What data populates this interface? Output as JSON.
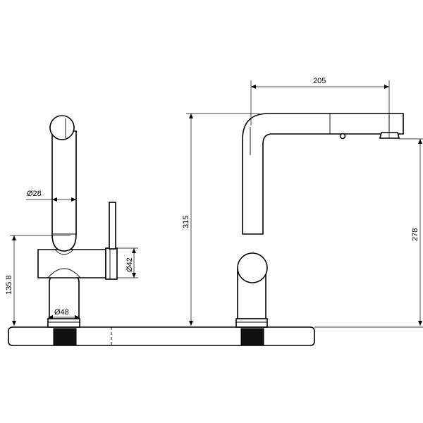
{
  "drawing": {
    "colors": {
      "line": "#000000",
      "background": "#ffffff",
      "hatch": "#000000",
      "insert": "#111111"
    },
    "side_view": {
      "dimensions": {
        "body_diameter": "Ø42",
        "spout_diameter": "Ø28",
        "base_diameter": "Ø48",
        "body_height": "135.8"
      }
    },
    "front_view": {
      "dimensions": {
        "reach": "205",
        "total_height": "315",
        "outlet_height": "278"
      }
    }
  }
}
